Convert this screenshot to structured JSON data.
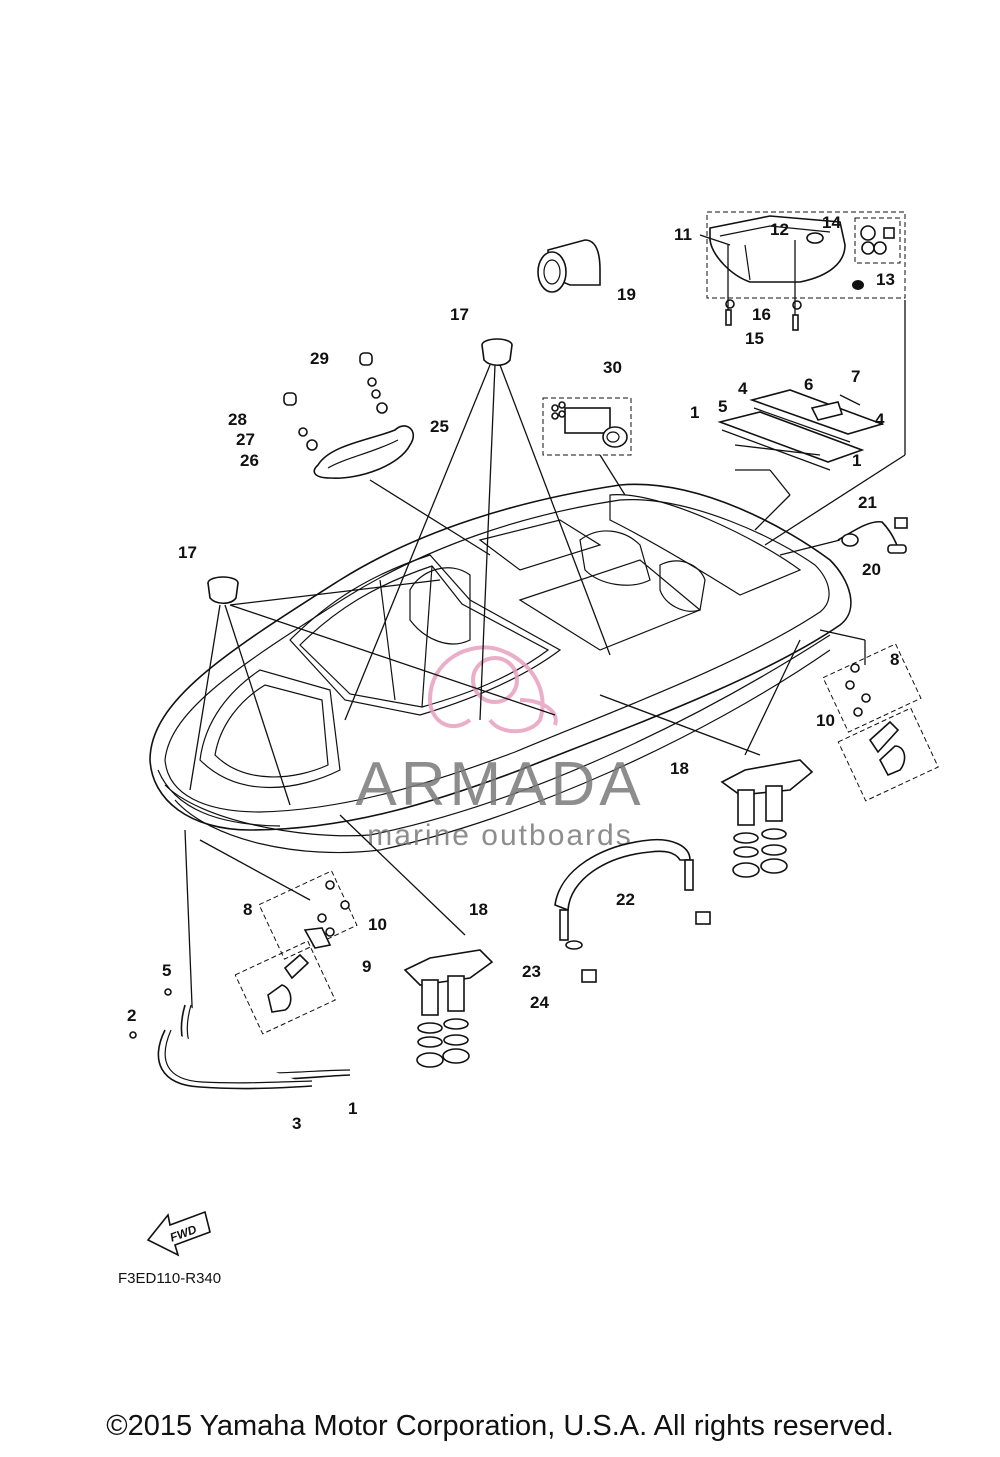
{
  "diagram_code": "F3ED110-R340",
  "fwd_label": "FWD",
  "copyright": "©2015 Yamaha Motor Corporation, U.S.A. All rights reserved.",
  "watermark": {
    "name": "ARMADA",
    "tagline": "marine outboards",
    "accent": "#e8a0c0"
  },
  "callouts": {
    "c1a": "1",
    "c1b": "1",
    "c1c": "1",
    "c2": "2",
    "c3": "3",
    "c4a": "4",
    "c4b": "4",
    "c5a": "5",
    "c5b": "5",
    "c6": "6",
    "c7": "7",
    "c8a": "8",
    "c8b": "8",
    "c9": "9",
    "c10a": "10",
    "c10b": "10",
    "c11": "11",
    "c12": "12",
    "c13": "13",
    "c14": "14",
    "c15": "15",
    "c16": "16",
    "c17a": "17",
    "c17b": "17",
    "c18a": "18",
    "c18b": "18",
    "c19": "19",
    "c20": "20",
    "c21": "21",
    "c22": "22",
    "c23": "23",
    "c24": "24",
    "c25": "25",
    "c26": "26",
    "c27": "27",
    "c28": "28",
    "c29": "29",
    "c30": "30"
  }
}
